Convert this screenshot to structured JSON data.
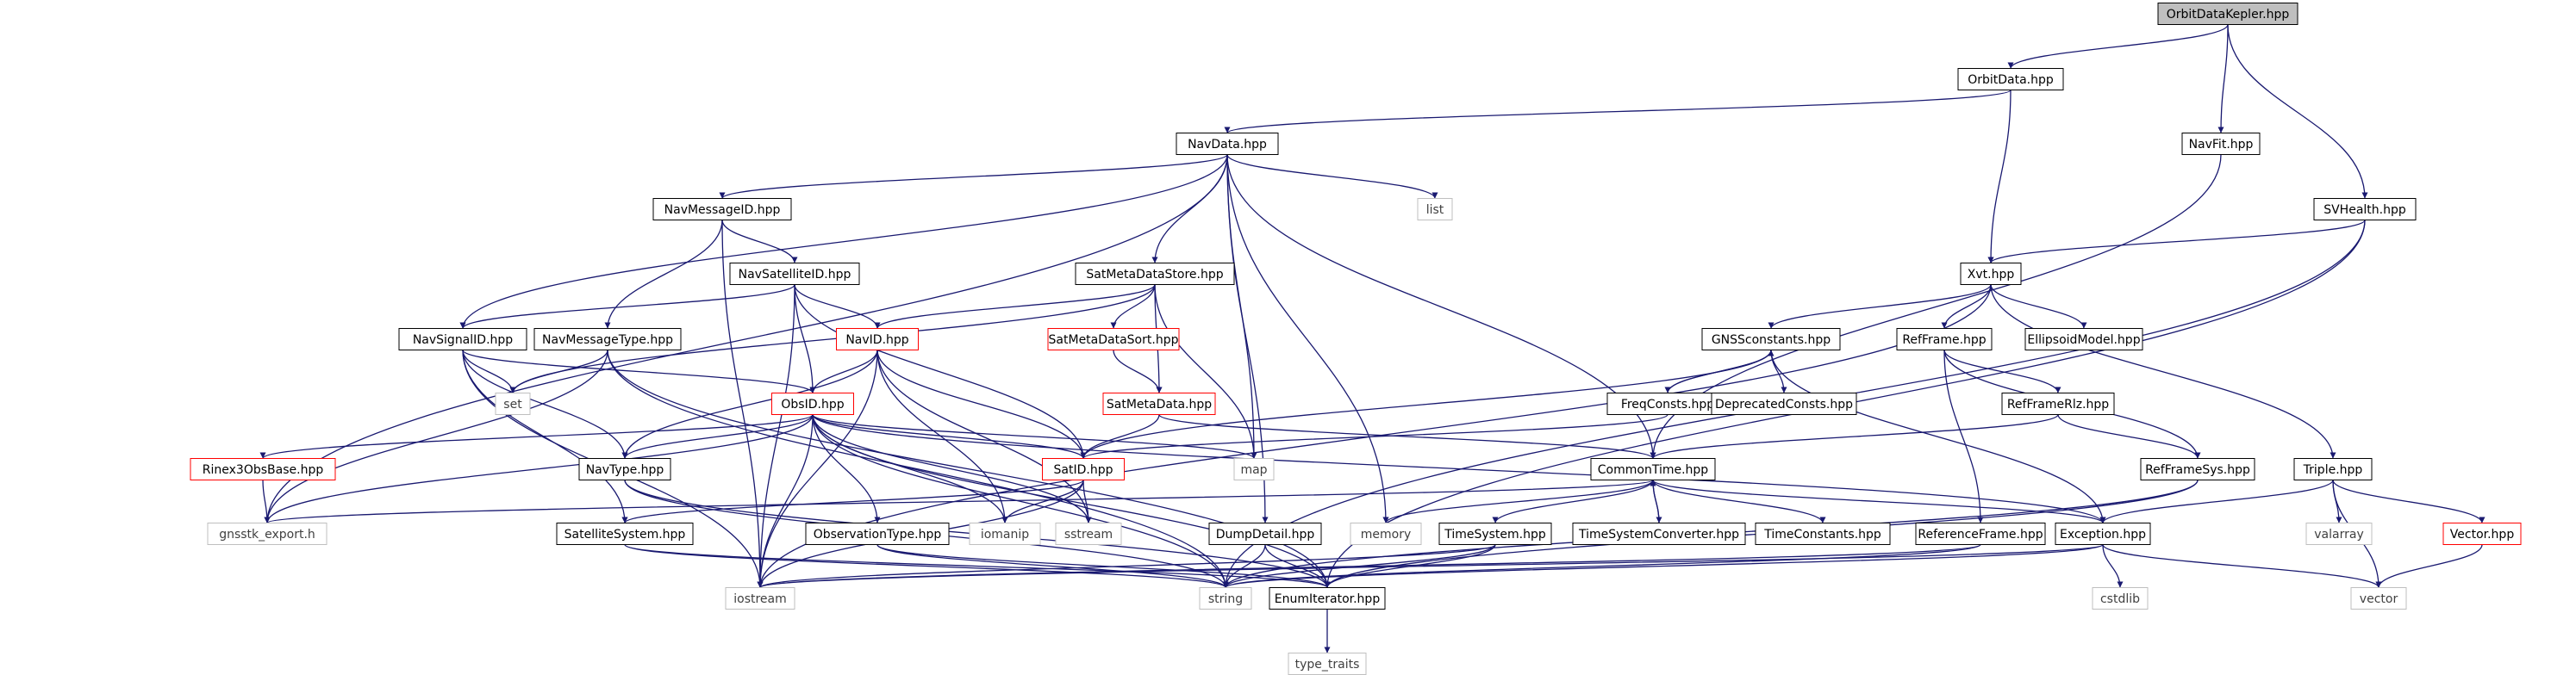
{
  "colors": {
    "edge": "#191970",
    "node_border": "#000000",
    "node_border_incomplete": "#ff0000",
    "node_border_system": "#bfbfbf",
    "root_fill": "#bfbfbf",
    "label": "#000000",
    "system_label": "#404040"
  },
  "nodes": [
    {
      "id": "OrbitDataKepler",
      "label": "OrbitDataKepler.hpp",
      "style": "root"
    },
    {
      "id": "OrbitData",
      "label": "OrbitData.hpp",
      "style": "normal"
    },
    {
      "id": "NavFit",
      "label": "NavFit.hpp",
      "style": "normal"
    },
    {
      "id": "SVHealth",
      "label": "SVHealth.hpp",
      "style": "normal"
    },
    {
      "id": "NavData",
      "label": "NavData.hpp",
      "style": "normal"
    },
    {
      "id": "NavMessageID",
      "label": "NavMessageID.hpp",
      "style": "normal"
    },
    {
      "id": "list",
      "label": "list",
      "style": "system"
    },
    {
      "id": "SatMetaDataStore",
      "label": "SatMetaDataStore.hpp",
      "style": "normal"
    },
    {
      "id": "NavSatelliteID",
      "label": "NavSatelliteID.hpp",
      "style": "normal"
    },
    {
      "id": "Xvt",
      "label": "Xvt.hpp",
      "style": "normal"
    },
    {
      "id": "NavSignalID",
      "label": "NavSignalID.hpp",
      "style": "normal"
    },
    {
      "id": "NavMessageType",
      "label": "NavMessageType.hpp",
      "style": "normal"
    },
    {
      "id": "NavID",
      "label": "NavID.hpp",
      "style": "incomplete"
    },
    {
      "id": "SatMetaDataSort",
      "label": "SatMetaDataSort.hpp",
      "style": "incomplete"
    },
    {
      "id": "GNSSconstants",
      "label": "GNSSconstants.hpp",
      "style": "normal"
    },
    {
      "id": "RefFrame",
      "label": "RefFrame.hpp",
      "style": "normal"
    },
    {
      "id": "EllipsoidModel",
      "label": "EllipsoidModel.hpp",
      "style": "normal"
    },
    {
      "id": "set",
      "label": "set",
      "style": "system"
    },
    {
      "id": "ObsID",
      "label": "ObsID.hpp",
      "style": "incomplete"
    },
    {
      "id": "SatMetaData",
      "label": "SatMetaData.hpp",
      "style": "incomplete"
    },
    {
      "id": "FreqConsts",
      "label": "FreqConsts.hpp",
      "style": "normal"
    },
    {
      "id": "DeprecatedConsts",
      "label": "DeprecatedConsts.hpp",
      "style": "normal"
    },
    {
      "id": "RefFrameRlz",
      "label": "RefFrameRlz.hpp",
      "style": "normal"
    },
    {
      "id": "Rinex3ObsBase",
      "label": "Rinex3ObsBase.hpp",
      "style": "incomplete"
    },
    {
      "id": "NavType",
      "label": "NavType.hpp",
      "style": "normal"
    },
    {
      "id": "SatID",
      "label": "SatID.hpp",
      "style": "incomplete"
    },
    {
      "id": "map",
      "label": "map",
      "style": "system"
    },
    {
      "id": "CommonTime",
      "label": "CommonTime.hpp",
      "style": "normal"
    },
    {
      "id": "RefFrameSys",
      "label": "RefFrameSys.hpp",
      "style": "normal"
    },
    {
      "id": "Triple",
      "label": "Triple.hpp",
      "style": "normal"
    },
    {
      "id": "gnsstk_export",
      "label": "gnsstk_export.h",
      "style": "system"
    },
    {
      "id": "SatelliteSystem",
      "label": "SatelliteSystem.hpp",
      "style": "normal"
    },
    {
      "id": "ObservationType",
      "label": "ObservationType.hpp",
      "style": "normal"
    },
    {
      "id": "iomanip",
      "label": "iomanip",
      "style": "system"
    },
    {
      "id": "sstream",
      "label": "sstream",
      "style": "system"
    },
    {
      "id": "DumpDetail",
      "label": "DumpDetail.hpp",
      "style": "normal"
    },
    {
      "id": "memory",
      "label": "memory",
      "style": "system"
    },
    {
      "id": "TimeSystem",
      "label": "TimeSystem.hpp",
      "style": "normal"
    },
    {
      "id": "TimeSystemConverter",
      "label": "TimeSystemConverter.hpp",
      "style": "normal"
    },
    {
      "id": "TimeConstants",
      "label": "TimeConstants.hpp",
      "style": "normal"
    },
    {
      "id": "ReferenceFrame",
      "label": "ReferenceFrame.hpp",
      "style": "normal"
    },
    {
      "id": "Exception",
      "label": "Exception.hpp",
      "style": "normal"
    },
    {
      "id": "valarray",
      "label": "valarray",
      "style": "system"
    },
    {
      "id": "Vector",
      "label": "Vector.hpp",
      "style": "incomplete"
    },
    {
      "id": "iostream",
      "label": "iostream",
      "style": "system"
    },
    {
      "id": "string",
      "label": "string",
      "style": "system"
    },
    {
      "id": "EnumIterator",
      "label": "EnumIterator.hpp",
      "style": "normal"
    },
    {
      "id": "cstdlib",
      "label": "cstdlib",
      "style": "system"
    },
    {
      "id": "vector",
      "label": "vector",
      "style": "system"
    },
    {
      "id": "type_traits",
      "label": "type_traits",
      "style": "system"
    }
  ],
  "edges": [
    [
      "OrbitDataKepler",
      "OrbitData"
    ],
    [
      "OrbitDataKepler",
      "NavFit"
    ],
    [
      "OrbitDataKepler",
      "SVHealth"
    ],
    [
      "OrbitData",
      "NavData"
    ],
    [
      "OrbitData",
      "Xvt"
    ],
    [
      "NavFit",
      "CommonTime"
    ],
    [
      "SVHealth",
      "Xvt"
    ],
    [
      "SVHealth",
      "string"
    ],
    [
      "SVHealth",
      "EnumIterator"
    ],
    [
      "NavData",
      "NavMessageID"
    ],
    [
      "NavData",
      "list"
    ],
    [
      "NavData",
      "SatMetaDataStore"
    ],
    [
      "NavData",
      "map"
    ],
    [
      "NavData",
      "memory"
    ],
    [
      "NavData",
      "CommonTime"
    ],
    [
      "NavData",
      "DumpDetail"
    ],
    [
      "NavData",
      "NavSignalID"
    ],
    [
      "NavData",
      "gnsstk_export"
    ],
    [
      "NavMessageID",
      "NavSatelliteID"
    ],
    [
      "NavMessageID",
      "NavMessageType"
    ],
    [
      "NavMessageID",
      "iostream"
    ],
    [
      "NavSatelliteID",
      "NavSignalID"
    ],
    [
      "NavSatelliteID",
      "NavID"
    ],
    [
      "NavSatelliteID",
      "ObsID"
    ],
    [
      "NavSatelliteID",
      "SatID"
    ],
    [
      "NavSatelliteID",
      "iostream"
    ],
    [
      "NavSignalID",
      "set"
    ],
    [
      "NavSignalID",
      "NavType"
    ],
    [
      "NavSignalID",
      "ObsID"
    ],
    [
      "NavSignalID",
      "SatelliteSystem"
    ],
    [
      "NavSignalID",
      "iostream"
    ],
    [
      "NavMessageType",
      "set"
    ],
    [
      "NavMessageType",
      "string"
    ],
    [
      "NavMessageType",
      "EnumIterator"
    ],
    [
      "NavMessageType",
      "gnsstk_export"
    ],
    [
      "SatMetaDataStore",
      "NavID"
    ],
    [
      "SatMetaDataStore",
      "SatMetaDataSort"
    ],
    [
      "SatMetaDataStore",
      "SatMetaData"
    ],
    [
      "SatMetaDataStore",
      "map"
    ],
    [
      "SatMetaDataStore",
      "set"
    ],
    [
      "SatMetaDataSort",
      "SatMetaData"
    ],
    [
      "SatMetaData",
      "CommonTime"
    ],
    [
      "SatMetaData",
      "SatID"
    ],
    [
      "NavID",
      "ObsID"
    ],
    [
      "NavID",
      "SatID"
    ],
    [
      "NavID",
      "NavType"
    ],
    [
      "NavID",
      "iomanip"
    ],
    [
      "NavID",
      "sstream"
    ],
    [
      "NavID",
      "iostream"
    ],
    [
      "ObsID",
      "Rinex3ObsBase"
    ],
    [
      "ObsID",
      "NavType"
    ],
    [
      "ObsID",
      "SatID"
    ],
    [
      "ObsID",
      "ObservationType"
    ],
    [
      "ObsID",
      "map"
    ],
    [
      "ObsID",
      "iomanip"
    ],
    [
      "ObsID",
      "sstream"
    ],
    [
      "ObsID",
      "Exception"
    ],
    [
      "ObsID",
      "gnsstk_export"
    ],
    [
      "ObsID",
      "iostream"
    ],
    [
      "ObsID",
      "string"
    ],
    [
      "ObsID",
      "EnumIterator"
    ],
    [
      "Rinex3ObsBase",
      "gnsstk_export"
    ],
    [
      "NavType",
      "string"
    ],
    [
      "NavType",
      "EnumIterator"
    ],
    [
      "SatID",
      "SatelliteSystem"
    ],
    [
      "SatID",
      "iomanip"
    ],
    [
      "SatID",
      "sstream"
    ],
    [
      "SatID",
      "iostream"
    ],
    [
      "SatelliteSystem",
      "string"
    ],
    [
      "SatelliteSystem",
      "EnumIterator"
    ],
    [
      "ObservationType",
      "string"
    ],
    [
      "ObservationType",
      "EnumIterator"
    ],
    [
      "Xvt",
      "GNSSconstants"
    ],
    [
      "Xvt",
      "RefFrame"
    ],
    [
      "Xvt",
      "EllipsoidModel"
    ],
    [
      "Xvt",
      "Triple"
    ],
    [
      "Xvt",
      "iostream"
    ],
    [
      "GNSSconstants",
      "FreqConsts"
    ],
    [
      "GNSSconstants",
      "DeprecatedConsts"
    ],
    [
      "GNSSconstants",
      "Exception"
    ],
    [
      "GNSSconstants",
      "SatID"
    ],
    [
      "FreqConsts",
      "GNSSconstants"
    ],
    [
      "FreqConsts",
      "SatID"
    ],
    [
      "RefFrame",
      "RefFrameRlz"
    ],
    [
      "RefFrame",
      "RefFrameSys"
    ],
    [
      "RefFrame",
      "ReferenceFrame"
    ],
    [
      "RefFrameRlz",
      "CommonTime"
    ],
    [
      "RefFrameRlz",
      "RefFrameSys"
    ],
    [
      "RefFrameSys",
      "string"
    ],
    [
      "RefFrameSys",
      "EnumIterator"
    ],
    [
      "Triple",
      "Exception"
    ],
    [
      "Triple",
      "valarray"
    ],
    [
      "Triple",
      "Vector"
    ],
    [
      "Triple",
      "vector"
    ],
    [
      "Vector",
      "vector"
    ],
    [
      "CommonTime",
      "TimeSystem"
    ],
    [
      "CommonTime",
      "TimeSystemConverter"
    ],
    [
      "CommonTime",
      "TimeConstants"
    ],
    [
      "CommonTime",
      "Exception"
    ],
    [
      "CommonTime",
      "memory"
    ],
    [
      "CommonTime",
      "gnsstk_export"
    ],
    [
      "TimeSystemConverter",
      "CommonTime"
    ],
    [
      "TimeSystem",
      "iostream"
    ],
    [
      "TimeSystem",
      "string"
    ],
    [
      "TimeSystem",
      "EnumIterator"
    ],
    [
      "ReferenceFrame",
      "iostream"
    ],
    [
      "ReferenceFrame",
      "string"
    ],
    [
      "Exception",
      "cstdlib"
    ],
    [
      "Exception",
      "vector"
    ],
    [
      "Exception",
      "string"
    ],
    [
      "Exception",
      "iostream"
    ],
    [
      "DumpDetail",
      "string"
    ],
    [
      "DumpDetail",
      "EnumIterator"
    ],
    [
      "EnumIterator",
      "type_traits"
    ]
  ]
}
